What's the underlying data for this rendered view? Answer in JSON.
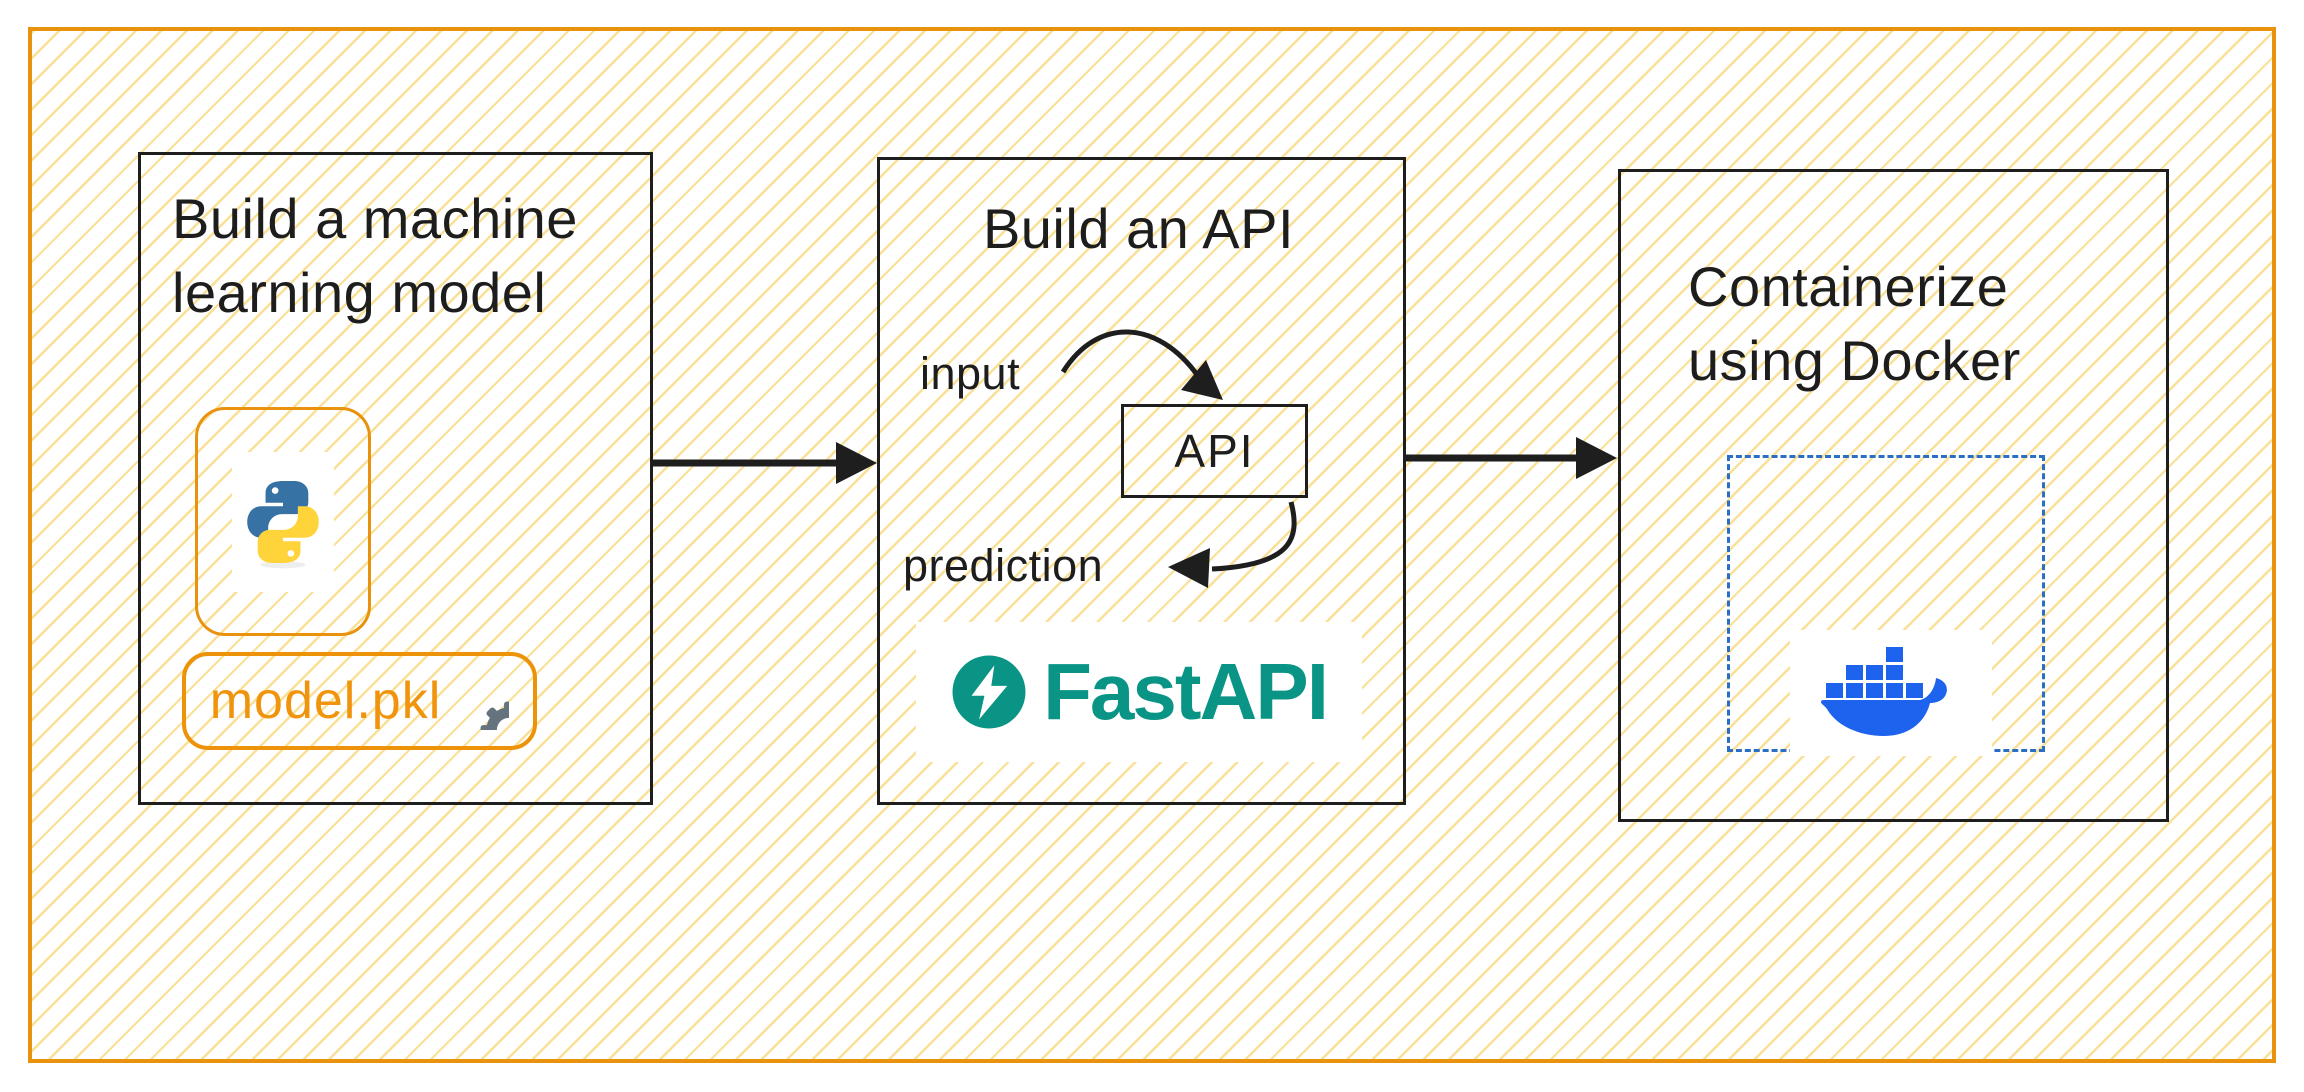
{
  "diagram": {
    "steps": {
      "step1": {
        "title_line1": "Build a machine",
        "title_line2": "learning model",
        "artifact_label": "model.pkl"
      },
      "step2": {
        "title": "Build an API",
        "input_label": "input",
        "api_box_label": "API",
        "prediction_label": "prediction",
        "framework_brand": "FastAPI"
      },
      "step3": {
        "title_line1": "Containerize",
        "title_line2": "using Docker"
      }
    },
    "colors": {
      "frame_orange": "#E8920E",
      "hatch_yellow": "#F9E096",
      "stroke_black": "#1E1E1E",
      "gear_gray": "#64737E",
      "artifact_orange": "#F0940D",
      "fastapi_teal": "#0A9486",
      "docker_blue": "#1D63ED",
      "dashed_blue": "#2B6FC4",
      "python_blue": "#3772A4",
      "python_yellow": "#FFD43B"
    },
    "icons": {
      "python": "python-logo",
      "gear_large": "gear-icon",
      "gear_small": "gear-icon",
      "gear_artifact": "gear-icon",
      "fastapi_bolt": "lightning-bolt-icon",
      "docker": "docker-whale-icon"
    }
  }
}
